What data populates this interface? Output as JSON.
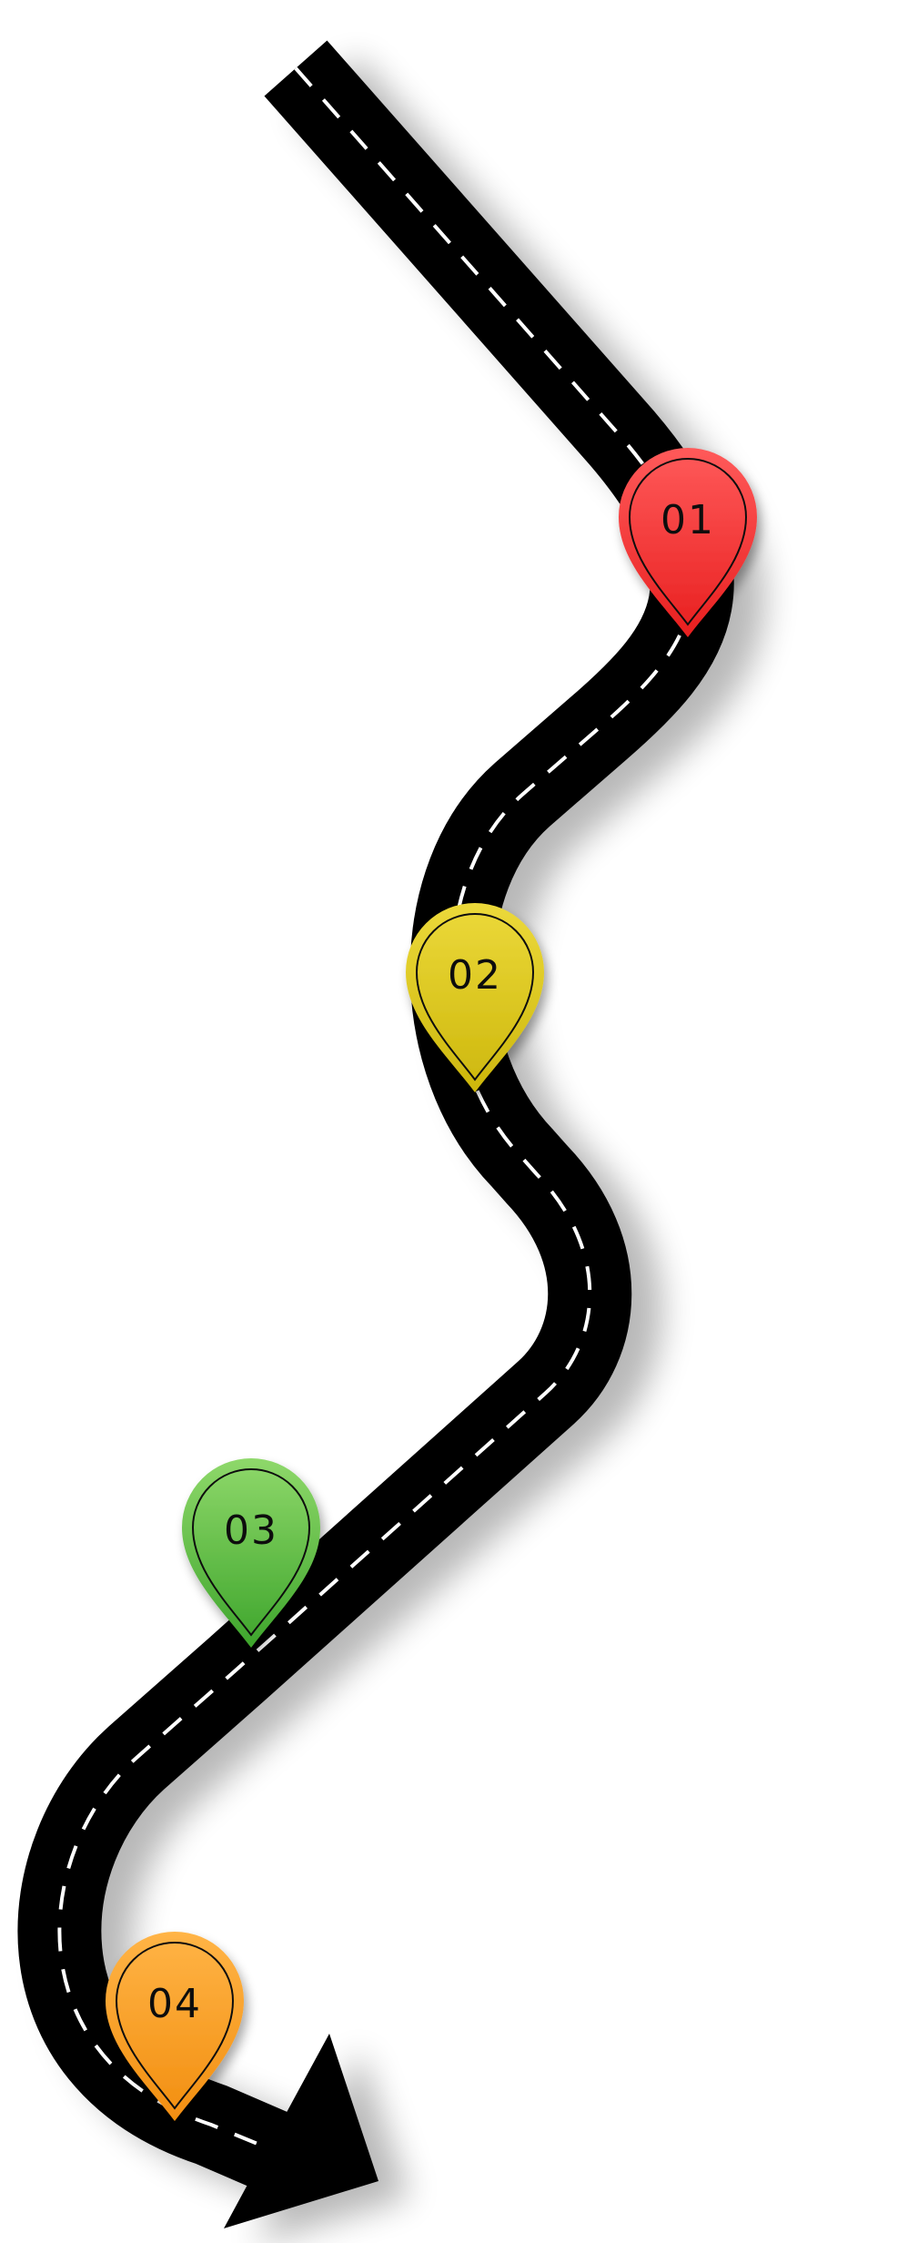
{
  "roadmap": {
    "road_color": "#000000",
    "lane_marking_color": "#ffffff",
    "milestones": [
      {
        "label": "01",
        "color": "#ff3030",
        "color_light": "#ff5a5a",
        "color_dark": "#e81f1f"
      },
      {
        "label": "02",
        "color": "#e2cc14",
        "color_light": "#ecd93a",
        "color_dark": "#cdb70c"
      },
      {
        "label": "03",
        "color": "#5cbc42",
        "color_light": "#8ed86a",
        "color_dark": "#3ea52c"
      },
      {
        "label": "04",
        "color": "#ffa01e",
        "color_light": "#ffb446",
        "color_dark": "#f28e10"
      }
    ]
  }
}
